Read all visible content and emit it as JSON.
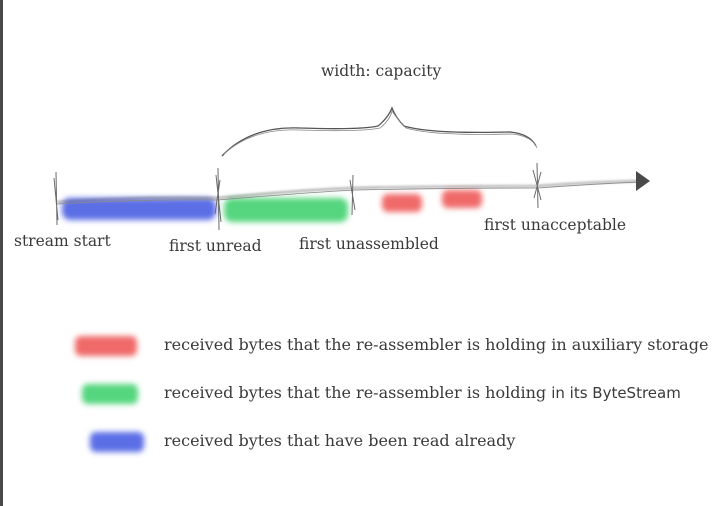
{
  "diagram": {
    "capacity_label": "width: capacity",
    "markers": {
      "stream_start": "stream start",
      "first_unread": "first unread",
      "first_unassembled": "first unassembled",
      "first_unacceptable": "first unacceptable"
    },
    "colors": {
      "read": "#5b6ee6",
      "reassembled": "#55d67e",
      "auxiliary": "#f06a6a",
      "line": "#555555"
    }
  },
  "legend": {
    "auxiliary": "received bytes that the re-assembler is holding in auxiliary storage",
    "bytestream_prefix": "received bytes that the re-assembler is holding ",
    "bytestream_suffix": "in its ByteStream",
    "read": "received bytes that have been read already"
  }
}
